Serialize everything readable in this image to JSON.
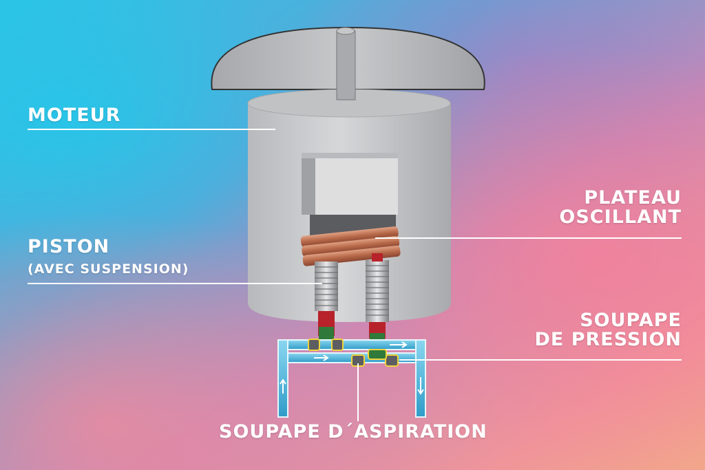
{
  "labels": {
    "moteur": "MOTEUR",
    "piston": "PISTON",
    "piston_sub": "(AVEC SUSPENSION)",
    "plateau_line1": "PLATEAU",
    "plateau_line2": "OSCILLANT",
    "soupape_pression_line1": "SOUPAPE",
    "soupape_pression_line2": "DE PRESSION",
    "soupape_aspiration": "SOUPAPE D´ASPIRATION"
  },
  "colors": {
    "label_text": "#ffffff",
    "body_gray": "#c9cacc",
    "coil_copper": "#c47a5a",
    "pipe_blue": "#4fb8e0",
    "rod_red": "#b8222a",
    "rod_green": "#2f7a3a",
    "valve_yellow": "#f2d43a"
  }
}
